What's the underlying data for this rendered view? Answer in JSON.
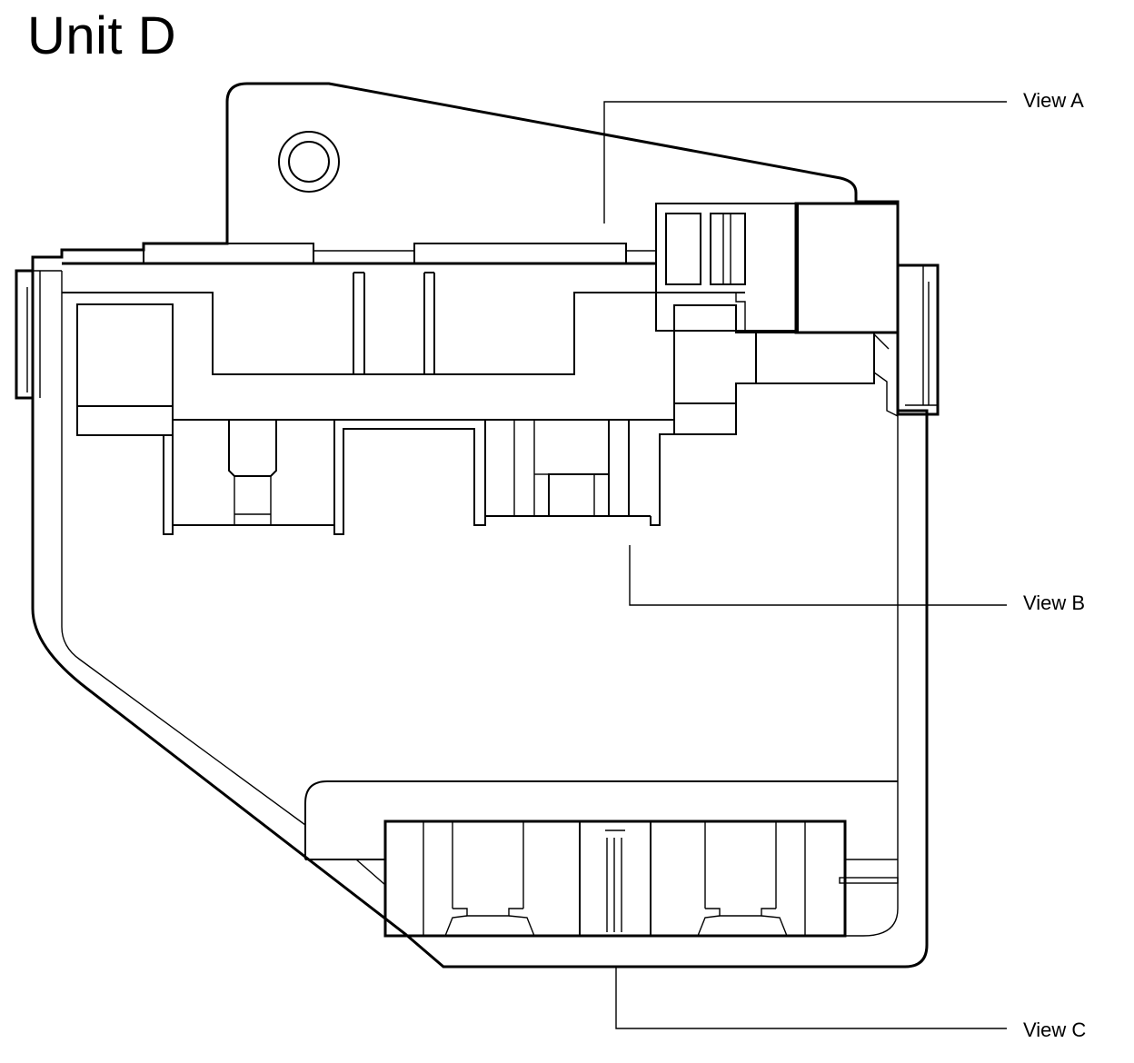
{
  "title": "Unit D",
  "callouts": [
    {
      "id": "a",
      "label": "View A"
    },
    {
      "id": "b",
      "label": "View B"
    },
    {
      "id": "c",
      "label": "View C"
    }
  ]
}
